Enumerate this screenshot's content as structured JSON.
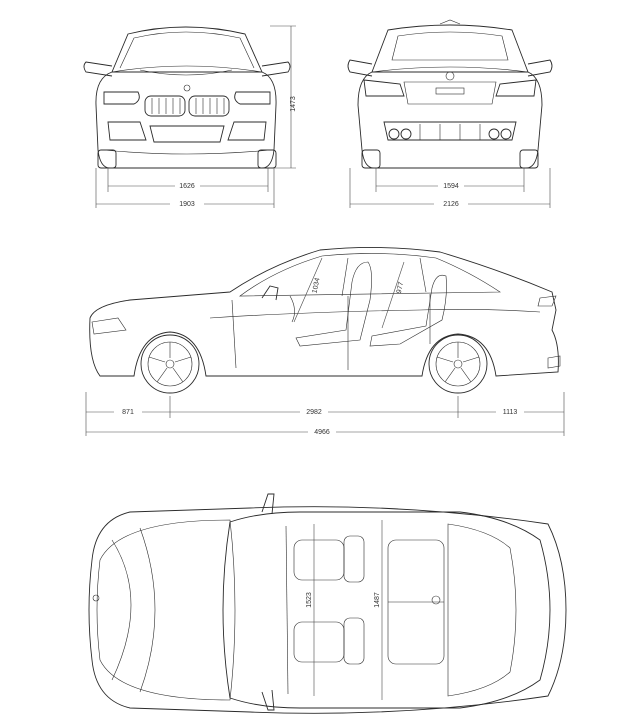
{
  "front_view": {
    "track_front": "1626",
    "width_front": "1903",
    "height": "1473"
  },
  "rear_view": {
    "track_rear": "1594",
    "width_mirrors": "2126"
  },
  "side_view": {
    "front_overhang": "871",
    "wheelbase": "2982",
    "rear_overhang": "1113",
    "length": "4966",
    "front_headroom": "1034",
    "rear_headroom": "977"
  },
  "top_view": {
    "front_seat_width": "1523",
    "shoulder_width": "1487"
  }
}
